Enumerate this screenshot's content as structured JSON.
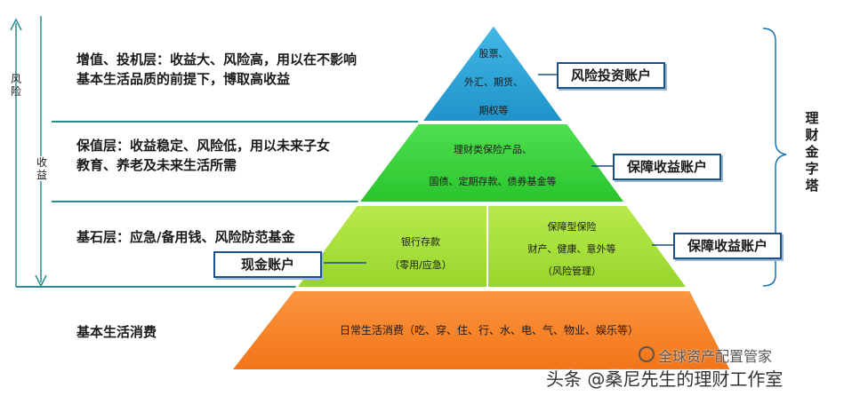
{
  "left_axis": {
    "risk_label": "风险",
    "return_label": "收益"
  },
  "right_label": "理财金字塔",
  "tiers": {
    "top": {
      "desc_line1": "增值、投机层：收益大、风险高，用以在不影响",
      "desc_line2": "基本生活品质的前提下，博取高收益",
      "items": [
        "股票、",
        "外汇、期货、",
        "期权等"
      ],
      "account": "风险投资账户",
      "color": "#2aa3d6"
    },
    "middle": {
      "desc_line1": "保值层：收益稳定、风险低，用以未来子女",
      "desc_line2": "教育、养老及未来生活所需",
      "items": [
        "理财类保险产品、",
        "国债、定期存款、债券基金等"
      ],
      "account": "保障收益账户",
      "color": "#3bd13b"
    },
    "base": {
      "desc": "基石层：应急/备用钱、风险防范基金",
      "left_items": [
        "银行存款",
        "（零用/应急）"
      ],
      "left_account": "现金账户",
      "right_items": [
        "保障型保险",
        "财产、健康、意外等",
        "（风险管理）"
      ],
      "right_account": "保障收益账户",
      "color": "#a6df37"
    },
    "foundation": {
      "desc": "基本生活消费",
      "items": "日常生活消费（吃、穿、住、行、水、电、气、物业、娱乐等）",
      "color": "#f8832b"
    }
  },
  "watermark": {
    "line1": "全球资产配置管家",
    "line2": "头条 @桑尼先生的理财工作室"
  },
  "colors": {
    "line": "#2e8b8b",
    "box_border": "#1b4f87"
  }
}
